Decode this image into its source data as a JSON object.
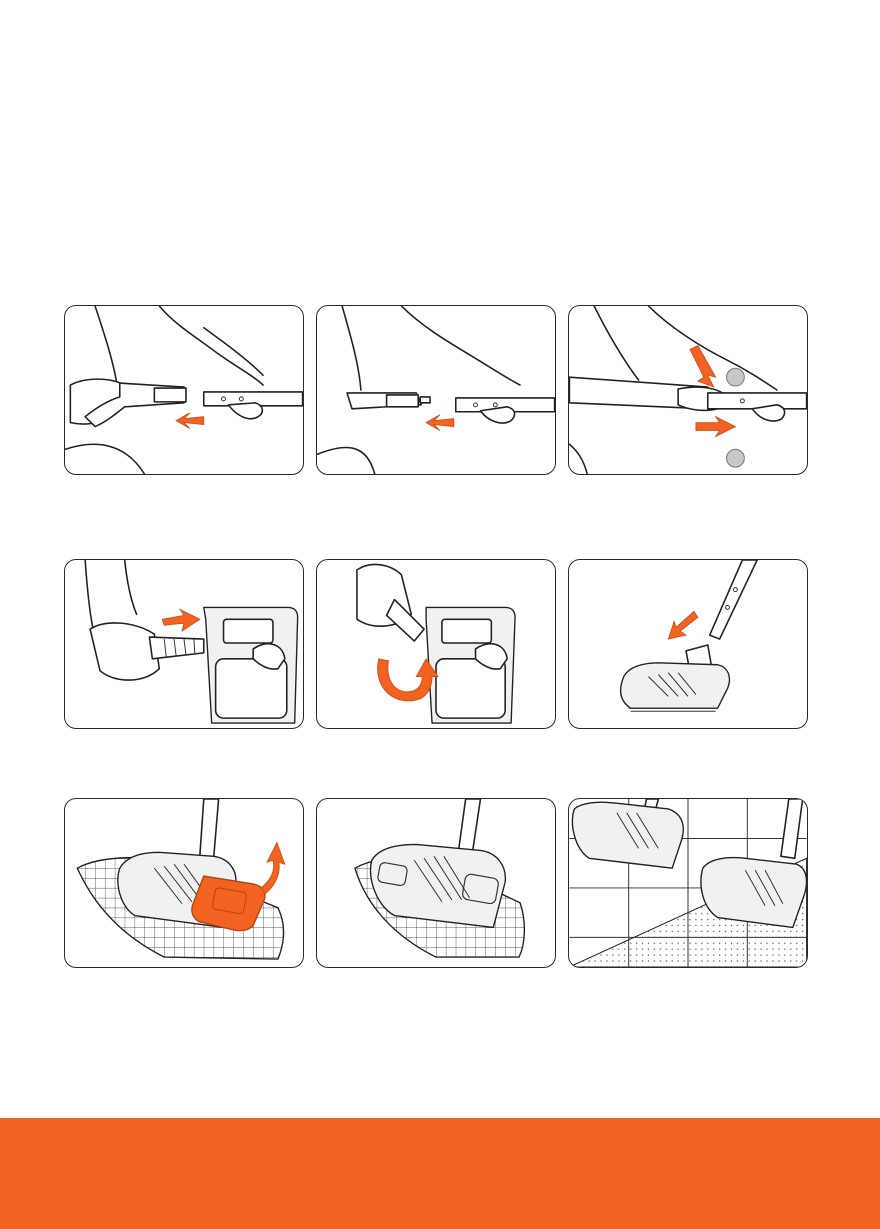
{
  "page": {
    "accent_color": "#f26322",
    "line_color": "#222222",
    "background": "#ffffff"
  },
  "steps": [
    {
      "name": "detach-handle-from-wand",
      "icons": [
        "hand-icon",
        "handle-icon",
        "wand-icon",
        "arrow-left-icon"
      ]
    },
    {
      "name": "separate-handle-and-wand",
      "icons": [
        "hand-icon",
        "handle-icon",
        "wand-icon",
        "arrow-left-icon"
      ]
    },
    {
      "name": "press-and-pull-wand",
      "icons": [
        "hand-icon",
        "wand-icon",
        "arrow-down-icon",
        "arrow-right-icon",
        "badge-icon",
        "badge-icon"
      ]
    },
    {
      "name": "insert-hose-into-unit",
      "icons": [
        "hand-icon",
        "hose-icon",
        "unit-icon",
        "arrow-right-icon"
      ]
    },
    {
      "name": "twist-hose-to-lock",
      "icons": [
        "hand-icon",
        "hose-icon",
        "unit-icon",
        "rotate-arrow-icon"
      ]
    },
    {
      "name": "attach-floor-brush",
      "icons": [
        "wand-icon",
        "floor-brush-icon",
        "arrow-down-left-icon"
      ]
    },
    {
      "name": "lift-brush-clip",
      "icons": [
        "floor-brush-icon",
        "cloth-icon",
        "arrow-up-icon"
      ]
    },
    {
      "name": "cloth-fitted-brush",
      "icons": [
        "floor-brush-icon",
        "cloth-icon"
      ]
    },
    {
      "name": "use-on-floor-and-carpet",
      "icons": [
        "floor-brush-icon",
        "tile-floor-icon",
        "carpet-icon"
      ]
    }
  ]
}
